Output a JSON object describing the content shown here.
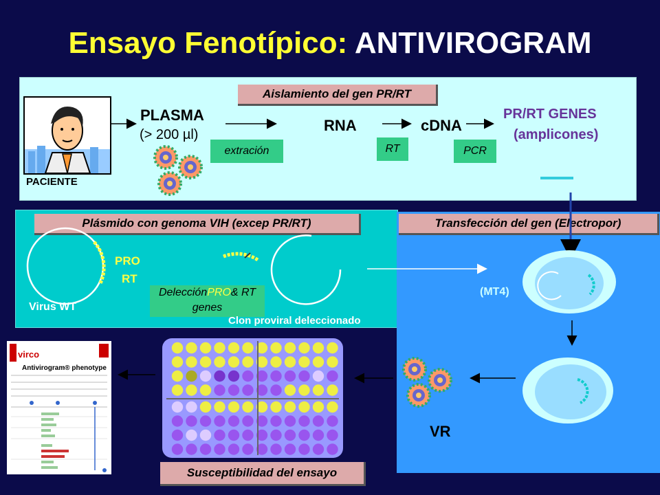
{
  "slide": {
    "title_part1": "Ensayo Fenotípico:",
    "title_part2": "ANTIVIROGRAM"
  },
  "top": {
    "header": "Aislamiento del gen PR/RT",
    "plasma": "PLASMA",
    "plasma_vol": "(> 200 µl)",
    "extraction": "extración",
    "rna": "RNA",
    "cdna": "cDNA",
    "rt": "RT",
    "pcr": "PCR",
    "genes": "PR/RT GENES",
    "amplicons": "(amplicones)",
    "patient": "PACIENTE"
  },
  "middle": {
    "header": "Plásmido con genoma VIH (excep PR/RT)",
    "pro": "PRO",
    "rt": "RT",
    "virus_wt": "Virus WT",
    "deletion_a": "Delección",
    "deletion_b": "PRO",
    "deletion_c": "& RT",
    "deletion_d": "genes",
    "clone": "Clon proviral deleccionado"
  },
  "right": {
    "header": "Transfección del gen (Electropor)",
    "cell": "(MT4)",
    "vr": "VR"
  },
  "bottom": {
    "susceptibility": "Susceptibilidad del ensayo",
    "report_brand": "virco",
    "report_title": "Antivirogram® phenotype"
  },
  "colors": {
    "background": "#0b0b4a",
    "title_yellow": "#ffff33",
    "panel_light": "#ccffff",
    "panel_teal": "#00cccc",
    "panel_blue": "#3399ff",
    "label_pink": "#ddaaaa",
    "box_green": "#33cc88"
  }
}
